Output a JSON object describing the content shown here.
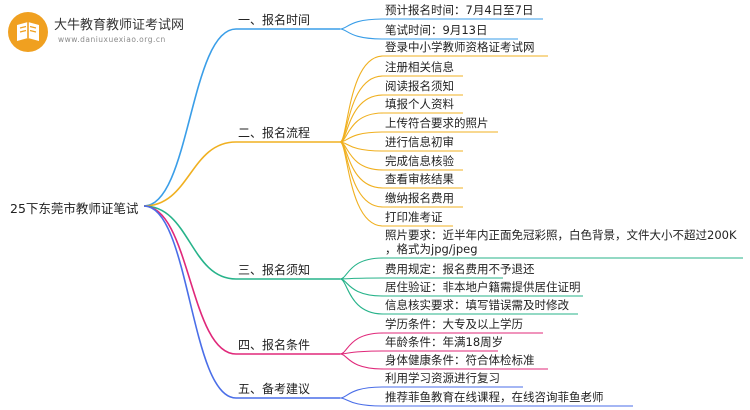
{
  "brand": {
    "name": "大牛教育教师证考试网",
    "url": "www.daniuxuexiao.org.cn",
    "icon": "book-logo-icon",
    "accent_color": "#f0a020"
  },
  "root": {
    "label": "25下东莞市教师证笔试"
  },
  "sections": [
    {
      "id": "time",
      "label": "一、报名时间",
      "color": "#3a9ee8",
      "items": [
        "预计报名时间：7月4日至7日",
        "笔试时间：9月13日"
      ]
    },
    {
      "id": "process",
      "label": "二、报名流程",
      "color": "#f0b020",
      "items": [
        "登录中小学教师资格证考试网",
        "注册相关信息",
        "阅读报名须知",
        "填报个人资料",
        "上传符合要求的照片",
        "进行信息初审",
        "完成信息核验",
        "查看审核结果",
        "缴纳报名费用",
        "打印准考证"
      ]
    },
    {
      "id": "notice",
      "label": "三、报名须知",
      "color": "#27b38a",
      "items": [
        [
          "照片要求：近半年内正面免冠彩照，白色背景，文件大小不超过200K",
          "，格式为jpg/jpeg"
        ],
        "费用规定：报名费用不予退还",
        "居住验证：非本地户籍需提供居住证明",
        "信息核实要求：填写错误需及时修改"
      ]
    },
    {
      "id": "conditions",
      "label": "四、报名条件",
      "color": "#e0287a",
      "items": [
        "学历条件：大专及以上学历",
        "年龄条件：年满18周岁",
        "身体健康条件：符合体检标准"
      ]
    },
    {
      "id": "advice",
      "label": "五、备考建议",
      "color": "#4a6ee8",
      "items": [
        "利用学习资源进行复习",
        "推荐菲鱼教育在线课程，在线咨询菲鱼老师"
      ]
    }
  ]
}
